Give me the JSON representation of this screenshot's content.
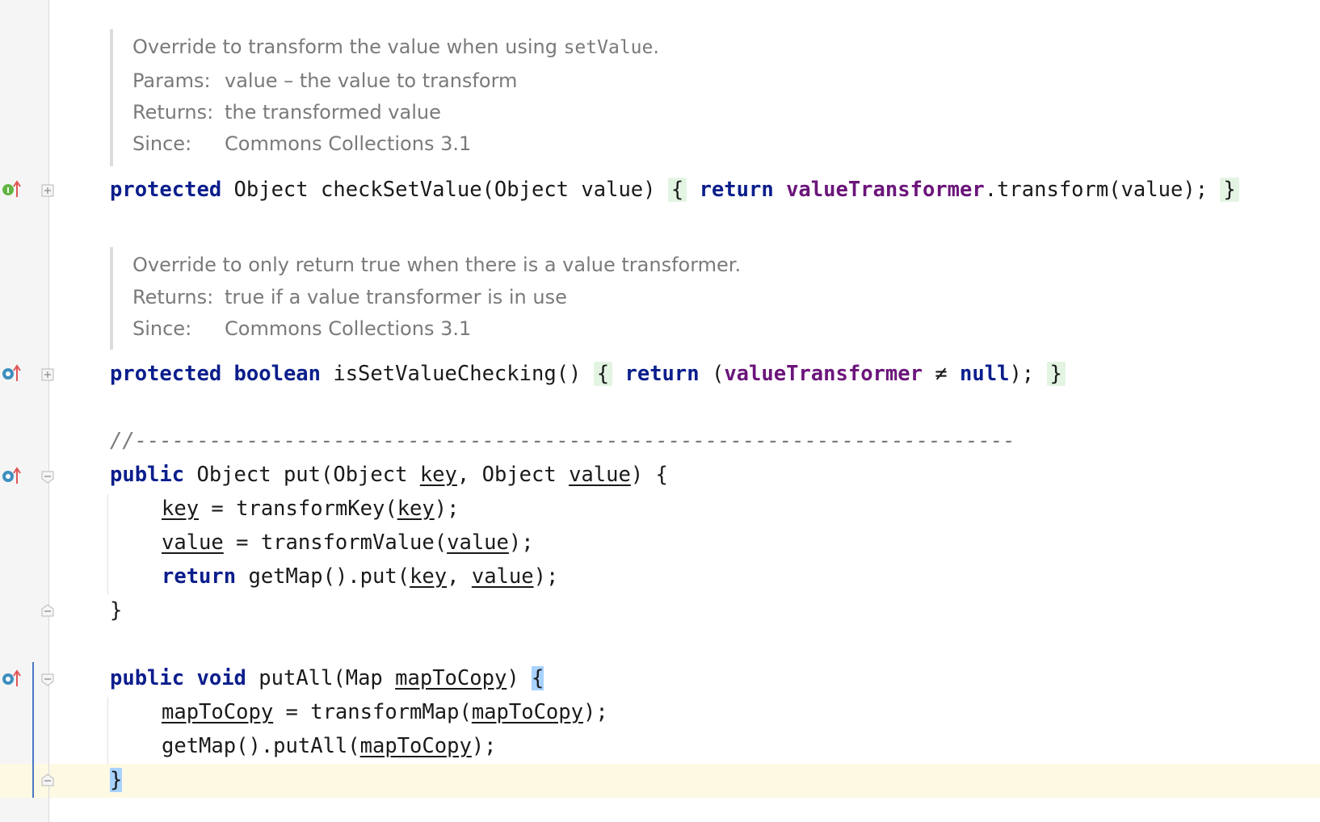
{
  "doc1": {
    "summary_prefix": "Override to transform the value when using ",
    "summary_code": "setValue",
    "summary_suffix": ".",
    "params_label": "Params:",
    "params_text": "value – the value to transform",
    "returns_label": "Returns:",
    "returns_text": "the transformed value",
    "since_label": "Since:",
    "since_text": "Commons Collections 3.1"
  },
  "method1": {
    "kw": "protected",
    "sig": " Object checkSetValue(Object value) ",
    "open": "{",
    "ret": "return",
    "field": "valueTransformer",
    "rest": ".transform(value); ",
    "close": "}"
  },
  "doc2": {
    "summary": "Override to only return true when there is a value transformer.",
    "returns_label": "Returns:",
    "returns_text": "true if a value transformer is in use",
    "since_label": "Since:",
    "since_text": "Commons Collections 3.1"
  },
  "method2": {
    "kw1": "protected",
    "kw2": "boolean",
    "sig": " isSetValueChecking() ",
    "open": "{",
    "ret": "return",
    "paren_open": " (",
    "field": "valueTransformer",
    "neq": " ≠ ",
    "null_kw": "null",
    "rest": "); ",
    "close": "}"
  },
  "separator": "//-----------------------------------------------------------------------",
  "method3": {
    "kw": "public",
    "t1": " Object put(Object ",
    "p1": "key",
    "t2": ", Object ",
    "p2": "value",
    "t3": ") {",
    "l1_p": "key",
    "l1_t": " = transformKey(",
    "l1_p2": "key",
    "l1_e": ");",
    "l2_p": "value",
    "l2_t": " = transformValue(",
    "l2_p2": "value",
    "l2_e": ");",
    "l3_kw": "return",
    "l3_t": " getMap().put(",
    "l3_p1": "key",
    "l3_t2": ", ",
    "l3_p2": "value",
    "l3_e": ");",
    "close": "}"
  },
  "method4": {
    "kw1": "public",
    "kw2": "void",
    "t1": " putAll(Map ",
    "p1": "mapToCopy",
    "t2": ") ",
    "open": "{",
    "l1_p": "mapToCopy",
    "l1_t": " = transformMap(",
    "l1_p2": "mapToCopy",
    "l1_e": ");",
    "l2_t": "getMap().putAll(",
    "l2_p": "mapToCopy",
    "l2_e": ");",
    "close": "}"
  },
  "colors": {
    "keyword": "#0b1e8c",
    "field": "#6b157a",
    "comment": "#7a7a7a",
    "caret_line": "#fdf9e3",
    "brace_match": "#a8d2ff",
    "fold_highlight": "#e3f4e3"
  },
  "gutter_icons": [
    "implements-icon",
    "overrides-icon",
    "overrides-icon",
    "overrides-icon"
  ]
}
